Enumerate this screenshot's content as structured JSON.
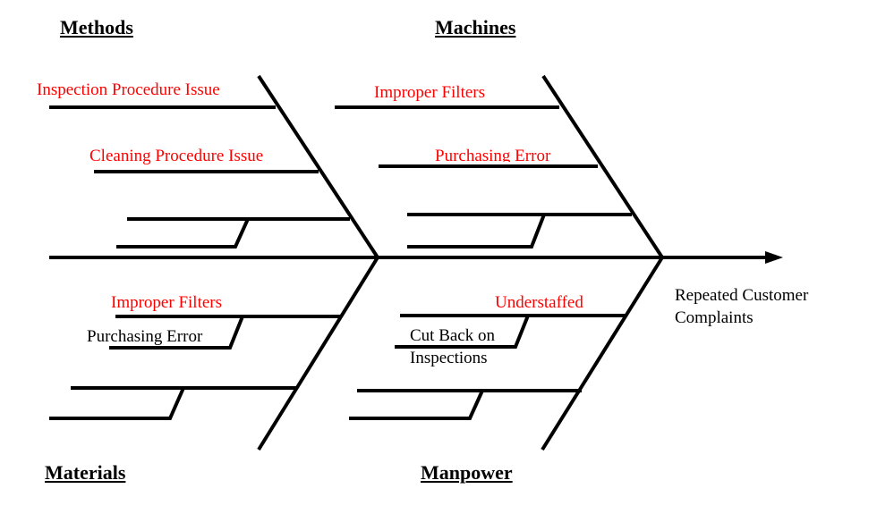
{
  "colors": {
    "line": "#000000",
    "cause_text": "#ff0000",
    "sub_text": "#000000",
    "background": "#ffffff"
  },
  "effect": {
    "line1": "Repeated Customer",
    "line2": "Complaints"
  },
  "categories": {
    "methods": "Methods",
    "machines": "Machines",
    "materials": "Materials",
    "manpower": "Manpower"
  },
  "causes": {
    "methods_1": "Inspection Procedure Issue",
    "methods_2": "Cleaning Procedure Issue",
    "machines_1": "Improper Filters",
    "machines_2": "Purchasing Error",
    "materials_1": "Improper Filters",
    "manpower_1": "Understaffed"
  },
  "subcauses": {
    "materials_1": "Purchasing Error",
    "manpower_1_line1": "Cut Back on",
    "manpower_1_line2": "Inspections"
  }
}
